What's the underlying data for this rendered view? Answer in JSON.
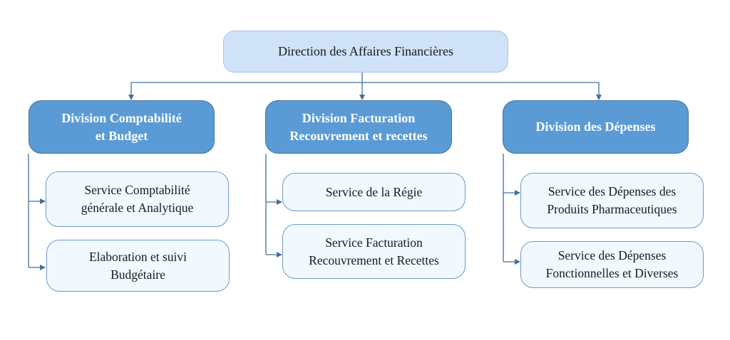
{
  "diagram": {
    "root": {
      "label": "Direction des Affaires Financières"
    },
    "divisions": [
      {
        "label": "Division Comptabilité\net Budget",
        "services": [
          {
            "label": "Service Comptabilité\ngénérale et Analytique"
          },
          {
            "label": "Elaboration et suivi\nBudgétaire"
          }
        ]
      },
      {
        "label": "Division Facturation\nRecouvrement et recettes",
        "services": [
          {
            "label": "Service de la Régie"
          },
          {
            "label": "Service Facturation\nRecouvrement et Recettes"
          }
        ]
      },
      {
        "label": "Division des Dépenses",
        "services": [
          {
            "label": "Service des Dépenses des\nProduits Pharmaceutiques"
          },
          {
            "label": "Service des Dépenses\nFonctionnelles et Diverses"
          }
        ]
      }
    ],
    "colors": {
      "root_fill": "#cfe2f8",
      "division_fill": "#5b9bd5",
      "service_fill": "#f1f8fe",
      "connector": "#41719c"
    }
  }
}
